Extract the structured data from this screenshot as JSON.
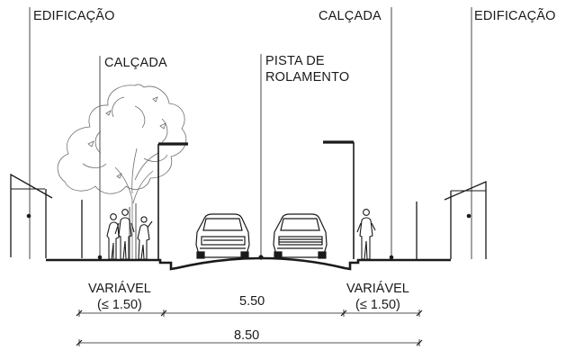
{
  "labels": {
    "edificacao_left": "EDIFICAÇÃO",
    "edificacao_right": "EDIFICAÇÃO",
    "calcada_left": "CALÇADA",
    "calcada_right": "CALÇADA",
    "pista_line1": "PISTA DE",
    "pista_line2": "ROLAMENTO"
  },
  "dimensions": {
    "left_sidewalk": {
      "line1": "VARIÁVEL",
      "line2": "(≤ 1.50)"
    },
    "right_sidewalk": {
      "line1": "VARIÁVEL",
      "line2": "(≤ 1.50)"
    },
    "roadway_width": "5.50",
    "total_width": "8.50"
  },
  "colors": {
    "line": "#1a1a1a",
    "tree": "#6d6d6d"
  }
}
